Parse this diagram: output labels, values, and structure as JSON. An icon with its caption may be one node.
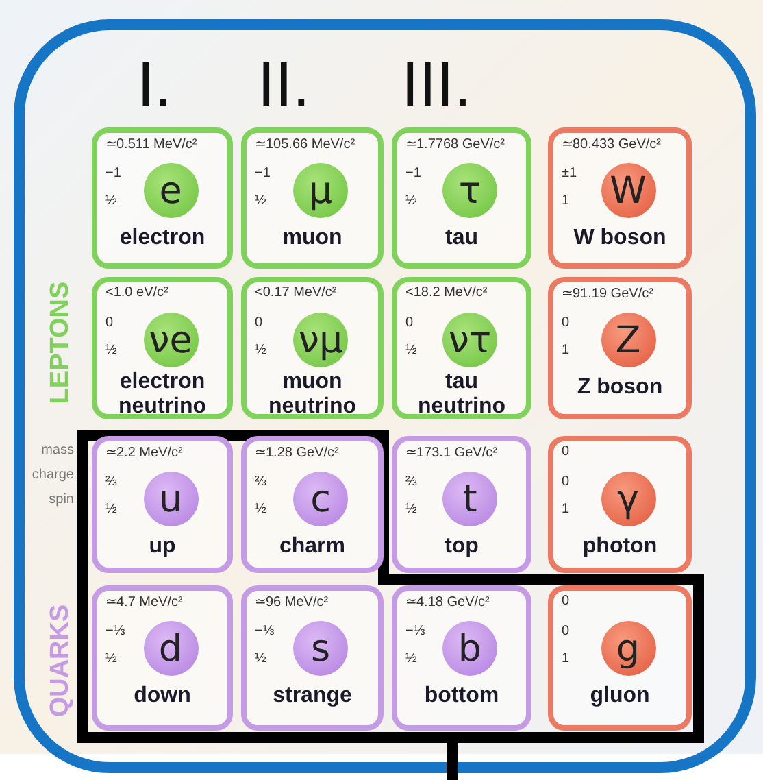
{
  "diagram": {
    "nodes": [
      {
        "text": [
          "≃0.511 MeV/c²",
          "−1",
          "½",
          "e",
          "electron"
        ]
      },
      {
        "text": [
          "≃105.66 MeV/c²",
          "−1",
          "½",
          "μ",
          "muon"
        ]
      },
      {
        "text": [
          "≃1.7768 GeV/c²",
          "−1",
          "½",
          "τ",
          "tau"
        ]
      },
      {
        "text": [
          "≃80.433 GeV/c²",
          "±1",
          "1",
          "W",
          "W boson"
        ]
      },
      {
        "text": [
          "<1.0 eV/c²",
          "0",
          "½",
          "νe",
          "electron neutrino"
        ]
      },
      {
        "text": [
          "<0.17 MeV/c²",
          "0",
          "½",
          "νμ",
          "muon neutrino"
        ]
      },
      {
        "text": [
          "<18.2 MeV/c²",
          "0",
          "½",
          "ντ",
          "tau neutrino"
        ]
      },
      {
        "text": [
          "≃91.19 GeV/c²",
          "0",
          "1",
          "Z",
          "Z boson"
        ]
      },
      {
        "text": [
          "≃2.2 MeV/c²",
          "⅔",
          "½",
          "u",
          "up"
        ]
      },
      {
        "text": [
          "≃1.28 GeV/c²",
          "⅔",
          "½",
          "c",
          "charm"
        ]
      },
      {
        "text": [
          "≃173.1 GeV/c²",
          "⅔",
          "½",
          "t",
          "top"
        ]
      },
      {
        "text": [
          "0",
          "0",
          "1",
          "γ",
          "photon"
        ]
      },
      {
        "text": [
          "≃4.7 MeV/c²",
          "−⅓",
          "½",
          "d",
          "down"
        ]
      },
      {
        "text": [
          "≃96 MeV/c²",
          "−⅓",
          "½",
          "s",
          "strange"
        ]
      },
      {
        "text": [
          "≃4.18 GeV/c²",
          "−⅓",
          "½",
          "b",
          "bottom"
        ]
      },
      {
        "text": [
          "0",
          "0",
          "1",
          "g",
          "gluon"
        ]
      }
    ],
    "labels": [
      "I.",
      "II.",
      "III.",
      "LEPTONS",
      "mass",
      "charge",
      "spin",
      "QUARKS"
    ]
  }
}
